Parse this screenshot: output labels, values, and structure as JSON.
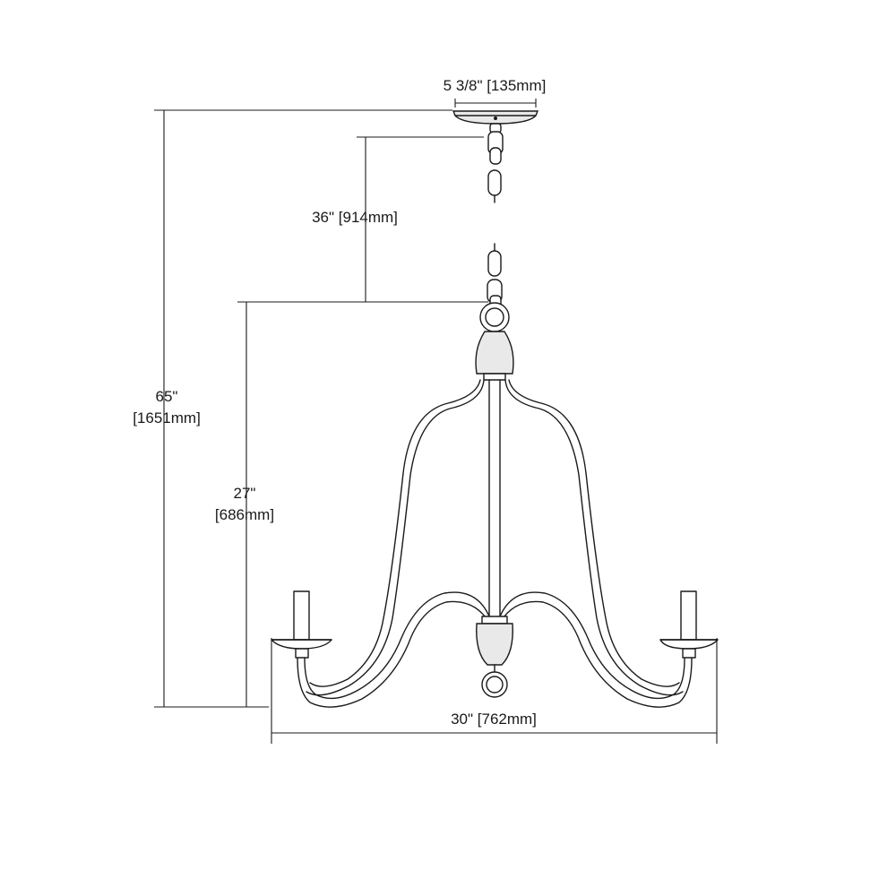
{
  "dimensions": {
    "canopy_width": "5 3/8\" [135mm]",
    "chain_length": "36\" [914mm]",
    "overall_height_in": "65\"",
    "overall_height_mm": "[1651mm]",
    "fixture_height_in": "27\"",
    "fixture_height_mm": "[686mm]",
    "fixture_width": "30\" [762mm]"
  },
  "colors": {
    "line": "#1a1a1a",
    "background": "#ffffff"
  }
}
